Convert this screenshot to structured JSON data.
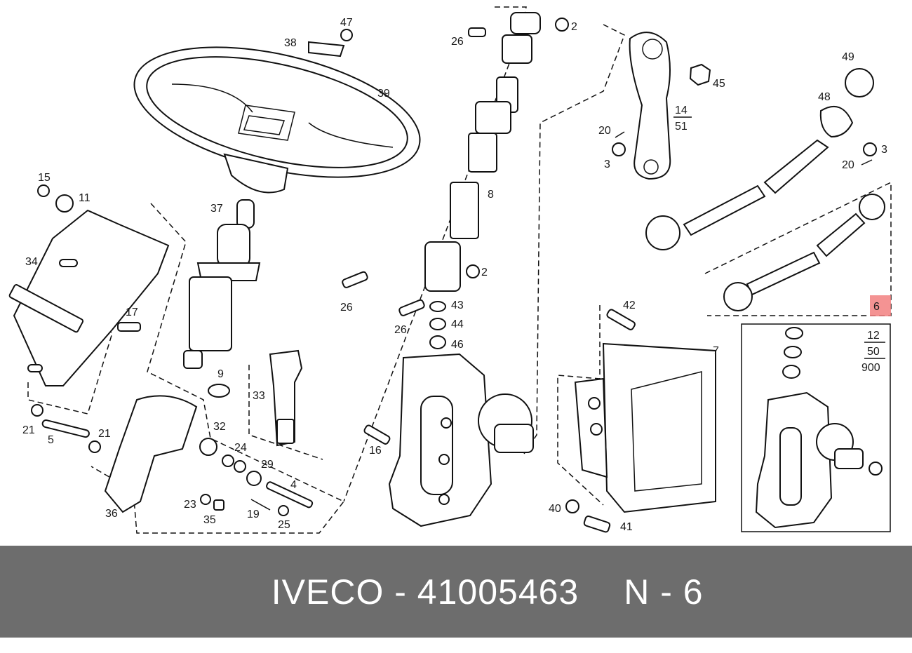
{
  "footer": {
    "brand": "IVECO",
    "sep1": " - ",
    "part_number": "41005463",
    "ref_letter": "N",
    "sep2": " - ",
    "ref_number": "6"
  },
  "highlight": {
    "label": "6",
    "color": "#f28080"
  },
  "fraction_labels": {
    "gear_ref": {
      "top": "14",
      "bottom": "51"
    },
    "box_ref": {
      "top": "12",
      "mid": "50",
      "bottom": "900"
    }
  },
  "callouts": {
    "c47": "47",
    "c2a": "2",
    "c26a": "26",
    "c38": "38",
    "c39": "39",
    "c45": "45",
    "c49": "49",
    "c48": "48",
    "c20a": "20",
    "c3a": "3",
    "c3b": "3",
    "c20b": "20",
    "c15": "15",
    "c11": "11",
    "c37": "37",
    "c8": "8",
    "c34": "34",
    "c2b": "2",
    "c26b": "26",
    "c43": "43",
    "c42": "42",
    "c17": "17",
    "c26c": "26",
    "c44": "44",
    "c46": "46",
    "c7": "7",
    "c9": "9",
    "c33": "33",
    "c21a": "21",
    "c21b": "21",
    "c5": "5",
    "c32": "32",
    "c16": "16",
    "c24": "24",
    "c29": "29",
    "c4": "4",
    "c36": "36",
    "c23": "23",
    "c35": "35",
    "c19": "19",
    "c25": "25",
    "c40": "40",
    "c41": "41"
  },
  "colors": {
    "footer_bg": "#6d6d6d",
    "footer_text": "#ffffff",
    "line": "#111111"
  }
}
